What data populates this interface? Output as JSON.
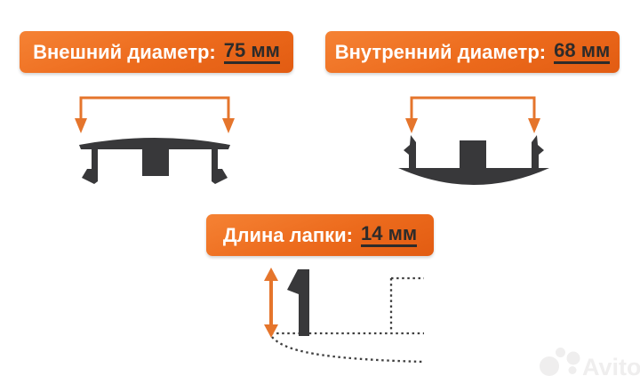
{
  "background": "#ffffff",
  "colors": {
    "label_orange": "#ec6a1c",
    "dimension_orange": "#e5752c",
    "shape_dark": "#38383a",
    "outline_dark": "#3f3f3f",
    "watermark_gray": "#efeeee",
    "value_text_dark": "#2d2b2a",
    "label_text": "#ffffff"
  },
  "callouts": {
    "outer": {
      "label": "Внешний диаметр:",
      "value": "75 мм"
    },
    "inner": {
      "label": "Внутренний диаметр:",
      "value": "68 мм"
    },
    "leg": {
      "label": "Длина лапки:",
      "value": "14 мм"
    }
  },
  "icons": {
    "outer_dimension": "bracket-with-down-arrows",
    "inner_dimension": "bracket-with-down-arrows",
    "leg_dimension": "vertical-double-arrow",
    "watermark_logo": "avito-circles-logo"
  },
  "watermark": {
    "brand": "Avito"
  }
}
